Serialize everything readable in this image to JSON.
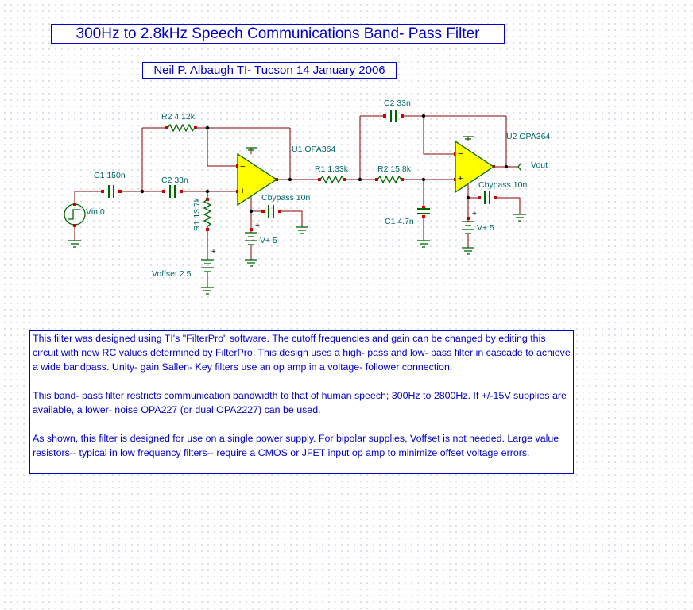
{
  "title": "300Hz to 2.8kHz Speech Communications Band- Pass Filter",
  "author": "Neil P. Albaugh  TI- Tucson  14 January 2006",
  "components": {
    "c1_input": "C1 150n",
    "c2_input": "C2 33n",
    "r2_feedback": "R2 4.12k",
    "r1_shunt": "R1 13.7k",
    "voffset": "Voffset 2.5",
    "vin": "Vin 0",
    "u1": "U1 OPA364",
    "cbypass_u1": "Cbypass 10n",
    "vplus_u1": "V+ 5",
    "r1_lp": "R1 1.33k",
    "r2_lp": "R2 15.8k",
    "c2_feedback": "C2 33n",
    "c1_lp": "C1 4.7n",
    "u2": "U2 OPA364",
    "cbypass_u2": "Cbypass 10n",
    "vplus_u2": "V+ 5",
    "vout": "Vout"
  },
  "notes": [
    "This filter was designed using TI's \"FilterPro\" software. The cutoff frequencies and gain can be changed by editing this circuit with new RC values determined by FilterPro. This design uses a high- pass and low- pass filter in cascade to achieve a wide bandpass. Unity- gain Sallen- Key filters use an op amp in a voltage- follower connection.",
    "This band- pass filter restricts communication bandwidth to that of human speech; 300Hz to 2800Hz. If +/-15V supplies are available, a lower- noise OPA227 (or dual OPA2227) can be used.",
    "As shown, this filter is designed for use on a single power supply. For bipolar supplies, Voffset is not needed. Large value resistors-- typical in low frequency filters-- require a CMOS or JFET input op amp to minimize offset voltage errors."
  ],
  "colors": {
    "border_text": "#0000cc",
    "label_text": "#006666",
    "wire": "#8a0000",
    "component": "#006600",
    "opamp_fill": "#ffff00"
  }
}
